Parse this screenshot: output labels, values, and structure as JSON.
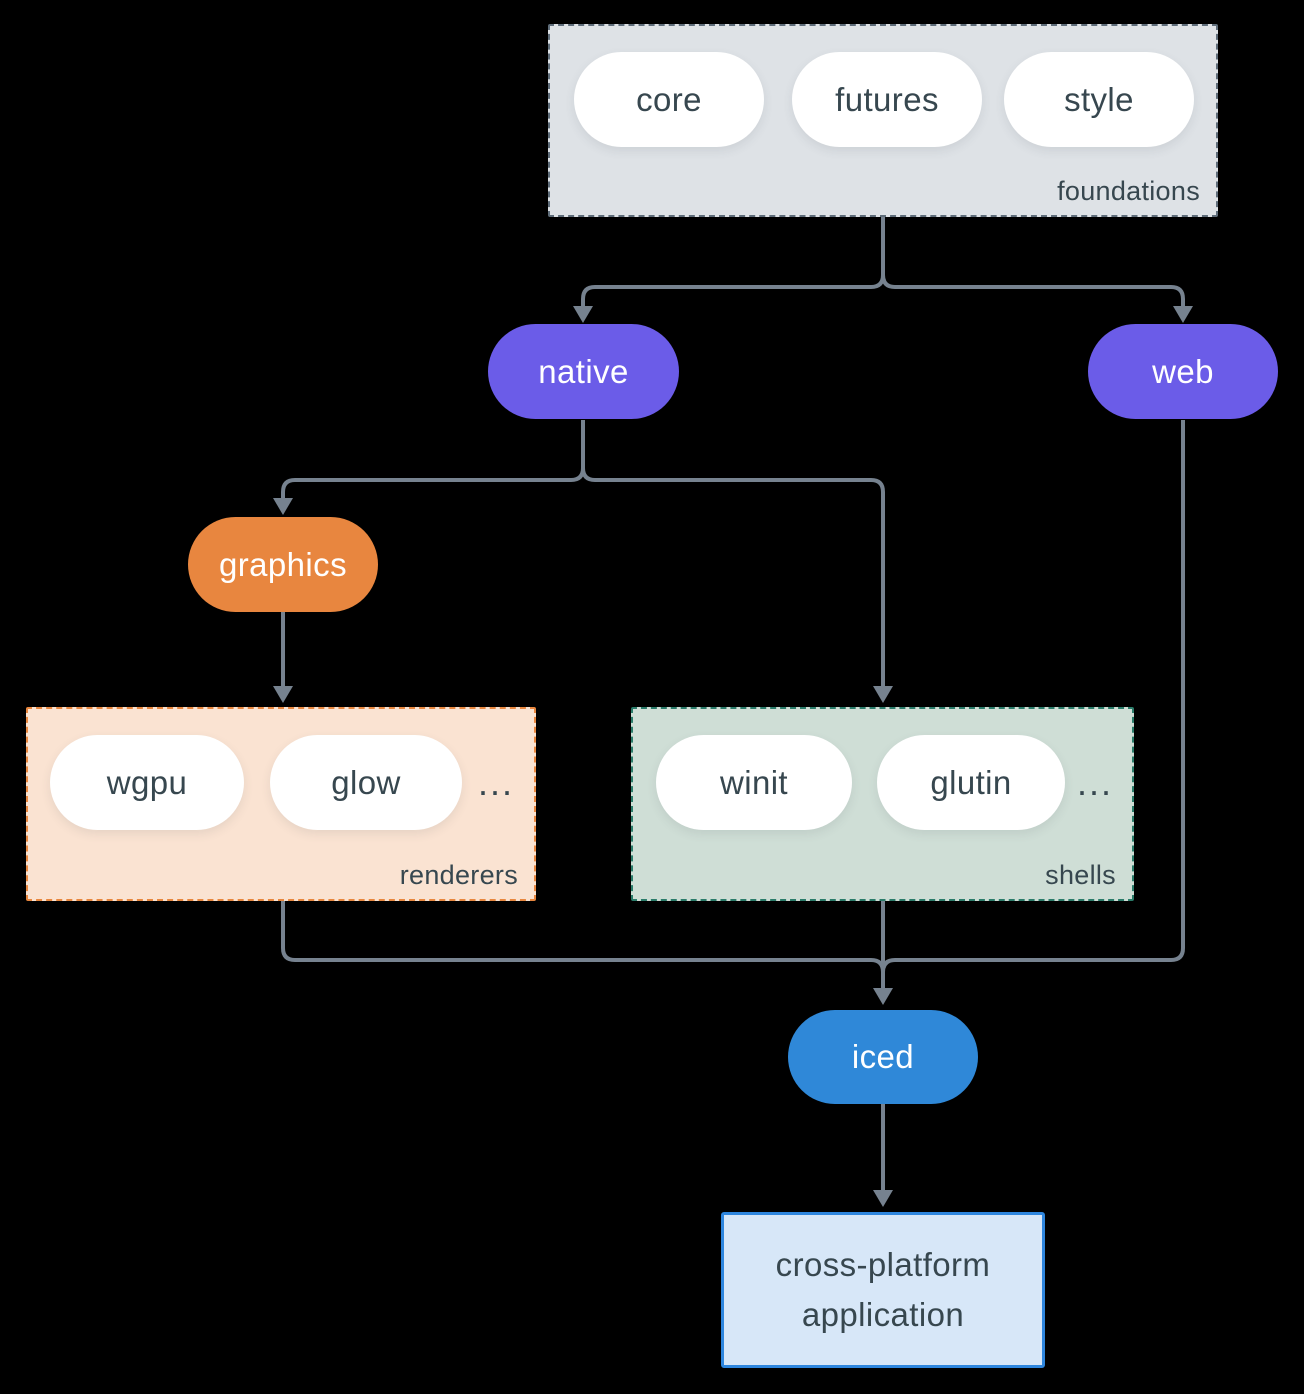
{
  "diagram": {
    "foundations": {
      "label": "foundations",
      "items": [
        "core",
        "futures",
        "style"
      ]
    },
    "native": {
      "label": "native"
    },
    "web": {
      "label": "web"
    },
    "graphics": {
      "label": "graphics"
    },
    "renderers": {
      "label": "renderers",
      "items": [
        "wgpu",
        "glow"
      ],
      "more": "..."
    },
    "shells": {
      "label": "shells",
      "items": [
        "winit",
        "glutin"
      ],
      "more": "..."
    },
    "iced": {
      "label": "iced"
    },
    "application": {
      "line1": "cross-platform",
      "line2": "application"
    },
    "edges": [
      {
        "from": "foundations",
        "to": "native"
      },
      {
        "from": "foundations",
        "to": "web"
      },
      {
        "from": "native",
        "to": "graphics"
      },
      {
        "from": "native",
        "to": "shells"
      },
      {
        "from": "graphics",
        "to": "renderers"
      },
      {
        "from": "renderers",
        "to": "iced"
      },
      {
        "from": "shells",
        "to": "iced"
      },
      {
        "from": "web",
        "to": "iced"
      },
      {
        "from": "iced",
        "to": "application"
      }
    ]
  },
  "colors": {
    "background": "#000000",
    "connector": "#76828f",
    "foundations_fill": "#dee2e6",
    "foundations_border": "#5f6d7a",
    "renderers_fill": "#fae3d2",
    "renderers_border": "#e8873f",
    "shells_fill": "#cfded6",
    "shells_border": "#2b7c6a",
    "pill_white": "#ffffff",
    "pill_purple": "#6b5ce8",
    "pill_orange": "#e8863f",
    "pill_blue": "#2f88d8",
    "app_fill": "#d7e7f8",
    "app_border": "#2e86de",
    "text_dark": "#37474f",
    "text_light": "#ffffff"
  }
}
